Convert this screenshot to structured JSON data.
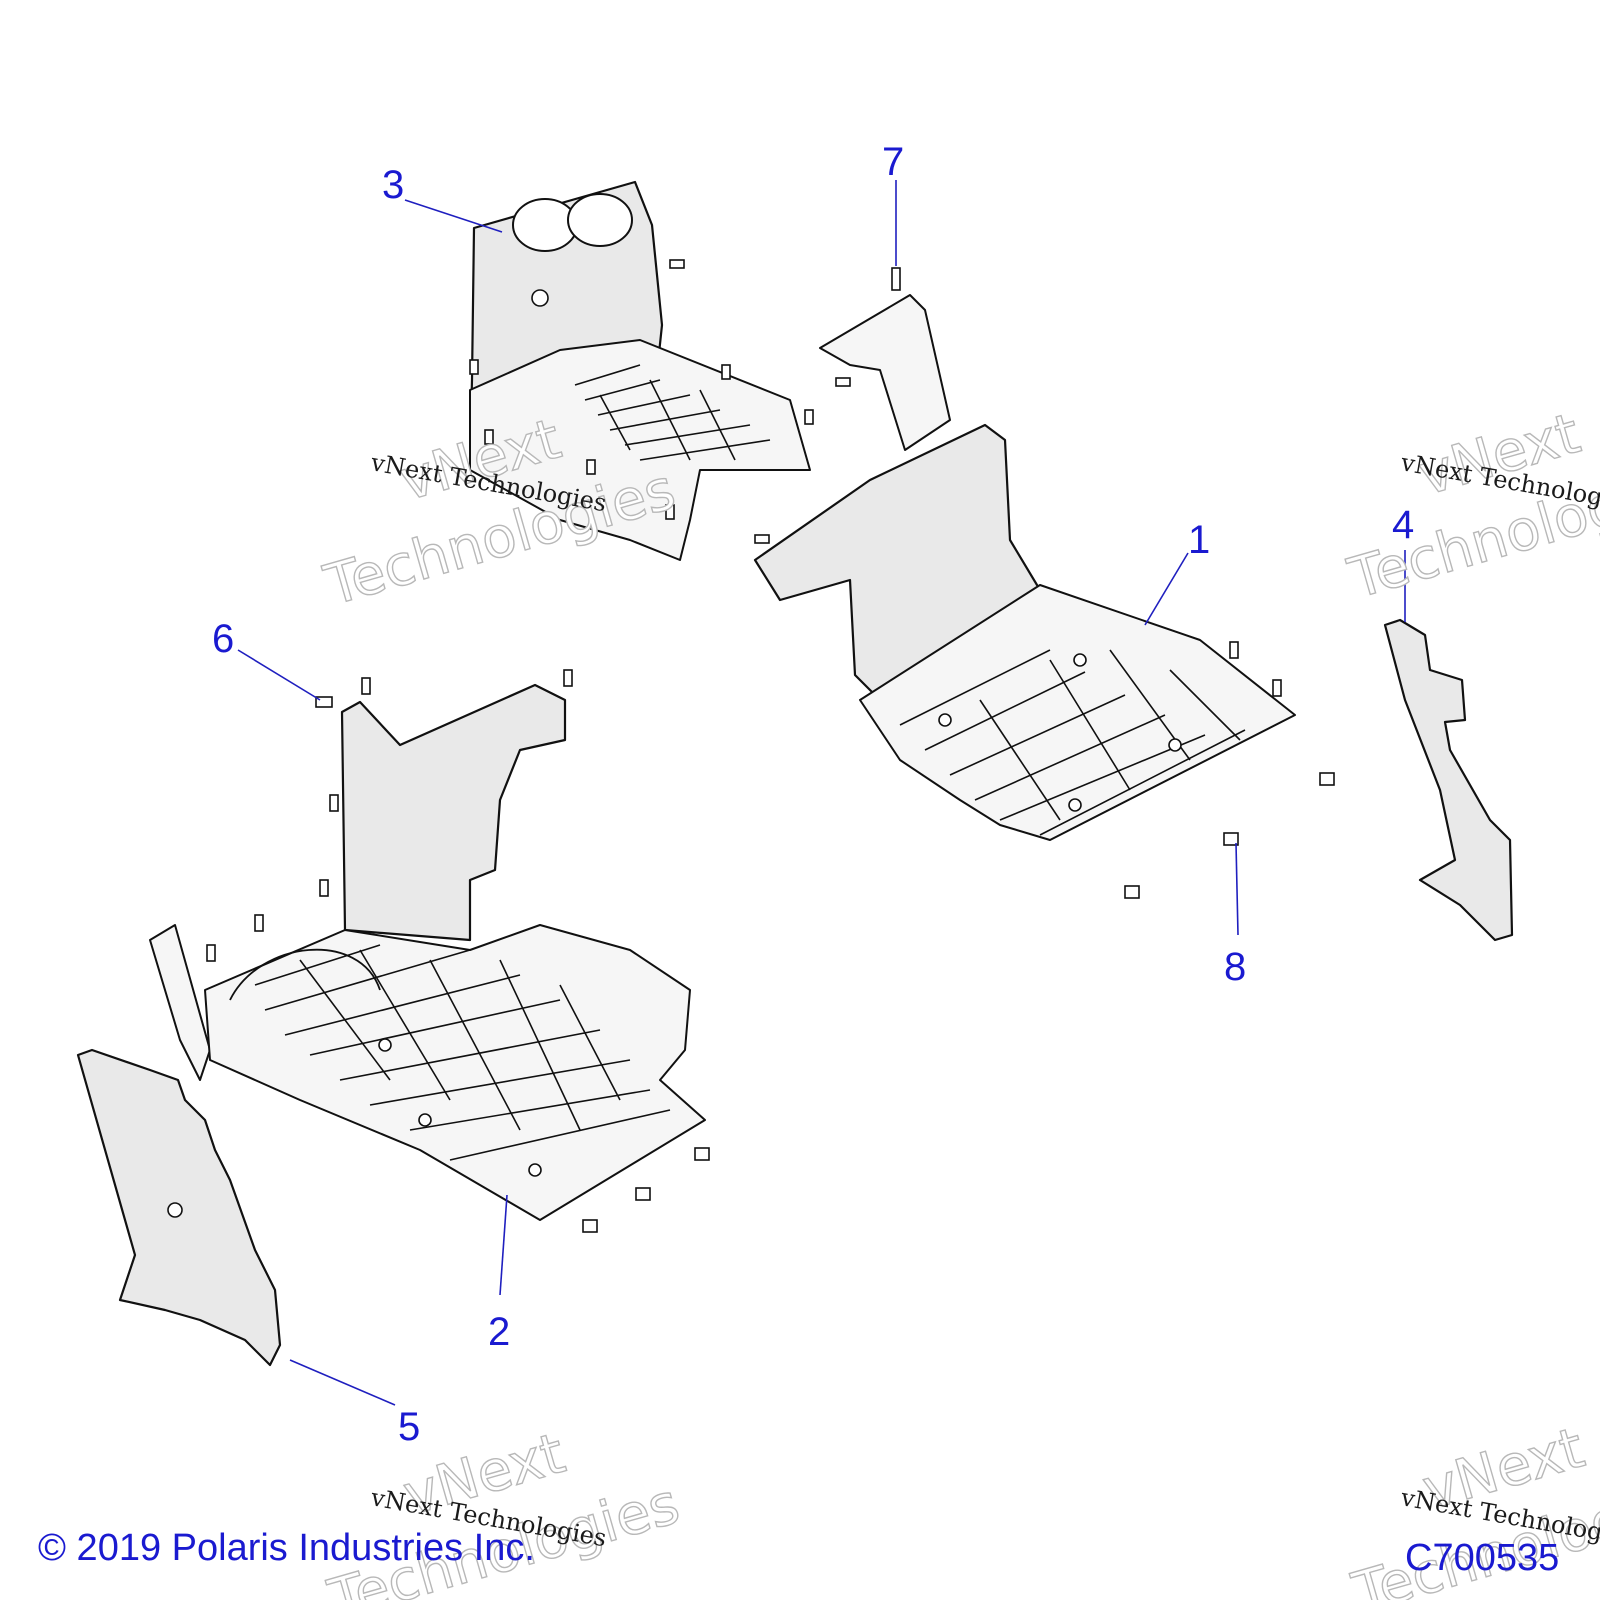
{
  "callouts": [
    {
      "id": "1",
      "label": "1"
    },
    {
      "id": "2",
      "label": "2"
    },
    {
      "id": "3",
      "label": "3"
    },
    {
      "id": "4",
      "label": "4"
    },
    {
      "id": "5",
      "label": "5"
    },
    {
      "id": "6",
      "label": "6"
    },
    {
      "id": "7",
      "label": "7"
    },
    {
      "id": "8",
      "label": "8"
    }
  ],
  "watermarks": {
    "small": "vNext Technologies",
    "big_line1": "vNext",
    "big_line2": "Technologies"
  },
  "footer": {
    "copyright": "© 2019 Polaris Industries Inc.",
    "figure_code": "C700535"
  },
  "colors": {
    "callout": "#1a1ad0",
    "line_art": "#111111"
  }
}
